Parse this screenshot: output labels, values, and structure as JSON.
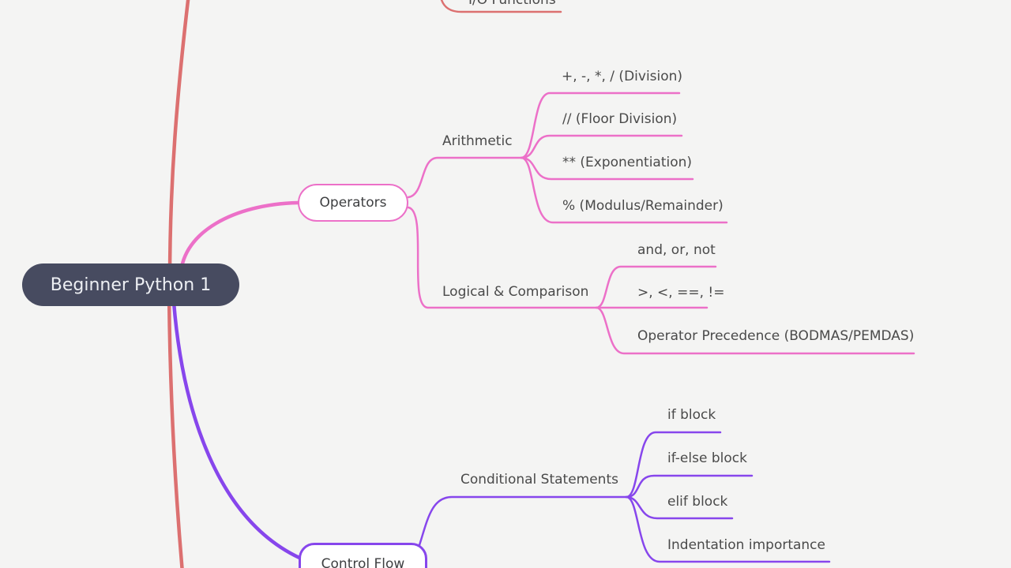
{
  "colors": {
    "background": "#f4f4f3",
    "branch_red": "#dc7070",
    "branch_pink": "#ec70c8",
    "branch_purple": "#8746ec",
    "root_fill": "#474b60",
    "root_text": "#edeff3",
    "topic_text": "#4a4a4a"
  },
  "root": {
    "label": "Beginner Python 1"
  },
  "branches": {
    "io": {
      "leaf": "I/O Functions"
    },
    "operators": {
      "label": "Operators",
      "arithmetic": {
        "label": "Arithmetic",
        "leaves": [
          "+, -, *, / (Division)",
          "// (Floor Division)",
          "** (Exponentiation)",
          "% (Modulus/Remainder)"
        ]
      },
      "logical": {
        "label": "Logical & Comparison",
        "leaves": [
          "and, or, not",
          ">, <, ==, !=",
          "Operator Precedence (BODMAS/PEMDAS)"
        ]
      }
    },
    "control_flow": {
      "label": "Control Flow",
      "conditional": {
        "label": "Conditional Statements",
        "leaves": [
          "if block",
          "if-else block",
          "elif block",
          "Indentation importance"
        ]
      }
    }
  }
}
